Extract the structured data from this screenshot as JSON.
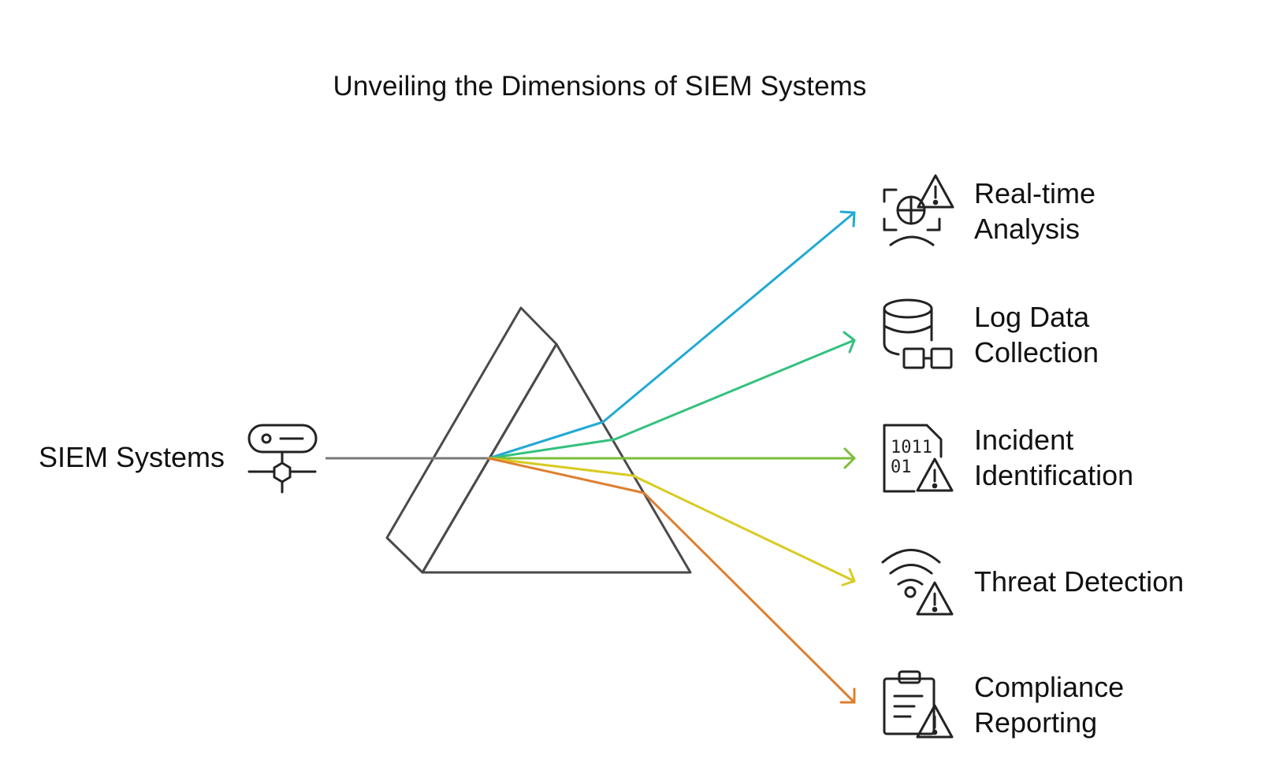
{
  "title": "Unveiling the Dimensions of SIEM Systems",
  "source": {
    "label": "SIEM Systems",
    "icon": "server-network-icon"
  },
  "colors": {
    "stroke": "#4a4a4a",
    "input_beam": "#7a7a7a"
  },
  "outputs": [
    {
      "id": "realtime",
      "line1": "Real-time",
      "line2": "Analysis",
      "icon": "face-scan-warning-icon",
      "color": "#22a9d6"
    },
    {
      "id": "logdata",
      "line1": "Log Data",
      "line2": "Collection",
      "icon": "database-warning-icon",
      "color": "#34c17e"
    },
    {
      "id": "incident",
      "line1": "Incident",
      "line2": "Identification",
      "icon": "binary-file-warning-icon",
      "color": "#7cbd3a"
    },
    {
      "id": "threat",
      "line1": "Threat Detection",
      "line2": "",
      "icon": "wifi-warning-icon",
      "color": "#d8cb23"
    },
    {
      "id": "compliance",
      "line1": "Compliance",
      "line2": "Reporting",
      "icon": "clipboard-warning-icon",
      "color": "#dd7f30"
    }
  ]
}
